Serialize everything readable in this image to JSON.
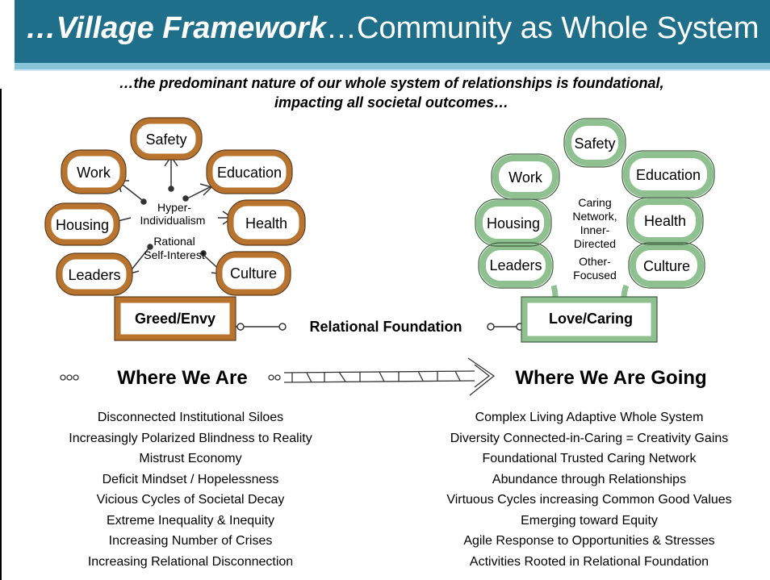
{
  "title": {
    "emphasis": "…Village Framework",
    "rest": "…Community as Whole System"
  },
  "subtitle": {
    "line1": "…the predominant nature of our whole system of relationships is foundational,",
    "line2": "impacting all societal outcomes…"
  },
  "left_system": {
    "nodes": {
      "safety": "Safety",
      "work": "Work",
      "education": "Education",
      "housing": "Housing",
      "health": "Health",
      "leaders": "Leaders",
      "culture": "Culture"
    },
    "center_lines": [
      "Hyper-",
      "Individualism",
      "Rational",
      "Self-Interest"
    ],
    "foundation": "Greed/Envy",
    "color": "#b8732e"
  },
  "right_system": {
    "nodes": {
      "safety": "Safety",
      "work": "Work",
      "education": "Education",
      "housing": "Housing",
      "health": "Health",
      "leaders": "Leaders",
      "culture": "Culture"
    },
    "center_lines": [
      "Caring",
      "Network,",
      "Inner-",
      "Directed",
      "Other-",
      "Focused"
    ],
    "foundation": "Love/Caring",
    "color": "#8fc08f"
  },
  "relational_foundation": "Relational Foundation",
  "where_we_are": "Where We Are",
  "where_we_are_going": "Where We Are Going",
  "left_list": [
    "Disconnected Institutional Siloes",
    "Increasingly Polarized Blindness to Reality",
    "Mistrust Economy",
    "Deficit Mindset / Hopelessness",
    "Vicious Cycles of Societal Decay",
    "Extreme Inequality & Inequity",
    "Increasing Number of Crises",
    "Increasing Relational Disconnection"
  ],
  "right_list": [
    "Complex Living Adaptive Whole System",
    "Diversity Connected-in-Caring = Creativity Gains",
    "Foundational Trusted Caring Network",
    "Abundance through Relationships",
    "Virtuous Cycles increasing Common Good Values",
    "Emerging toward Equity",
    "Agile Response to Opportunities & Stresses",
    "Activities Rooted in Relational Foundation"
  ]
}
